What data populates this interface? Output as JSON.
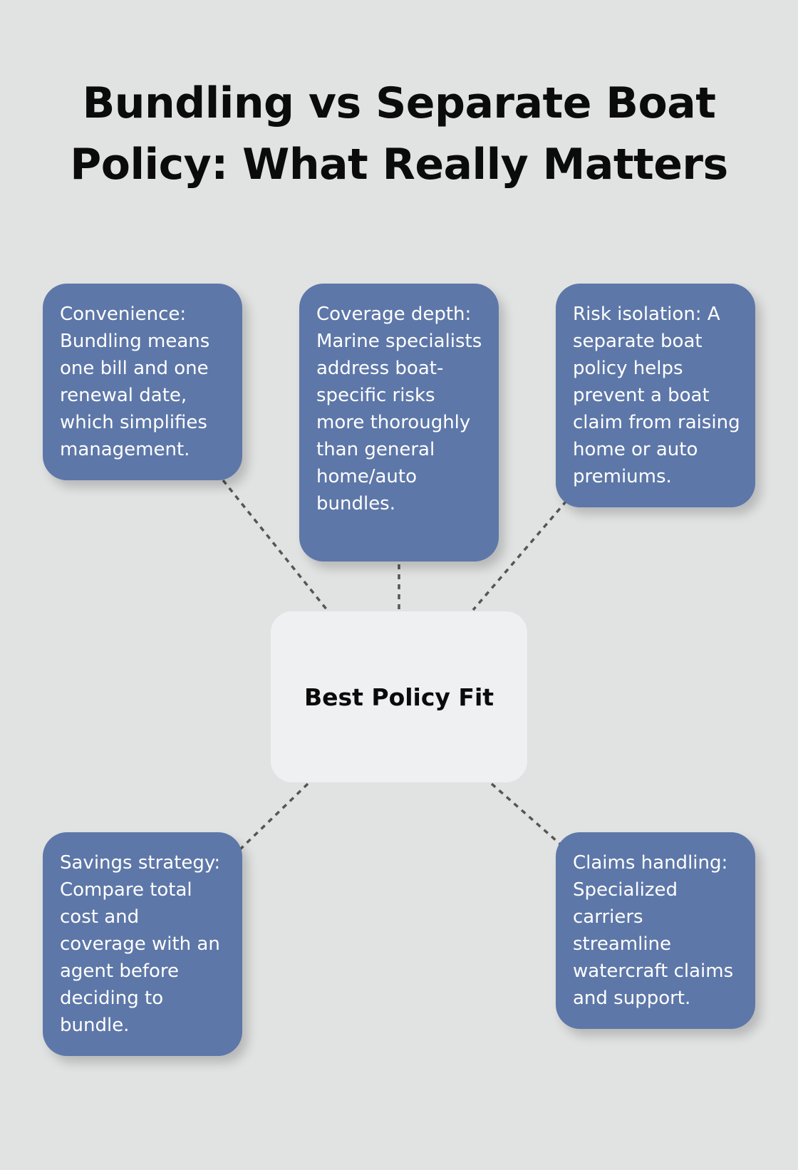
{
  "title_lines": [
    "Bundling vs Separate Boat",
    "Policy: What Really Matters"
  ],
  "center_label": "Best Policy Fit",
  "cards": [
    {
      "text": "Convenience: Bundling means one bill and one renewal date, which simplifies management."
    },
    {
      "text": "Coverage depth: Marine specialists address boat-specific risks more thoroughly than general home/auto bundles."
    },
    {
      "text": "Risk isolation: A separate boat policy helps prevent a boat claim from raising home or auto premiums."
    },
    {
      "text": "Savings strategy: Compare total cost and coverage with an agent before deciding to bundle."
    },
    {
      "text": "Claims handling: Specialized carriers streamline watercraft claims and support."
    }
  ],
  "colors": {
    "background": "#e1e2e2",
    "card": "#5d77a8",
    "center": "#eff0f1",
    "connector": "#555555"
  }
}
